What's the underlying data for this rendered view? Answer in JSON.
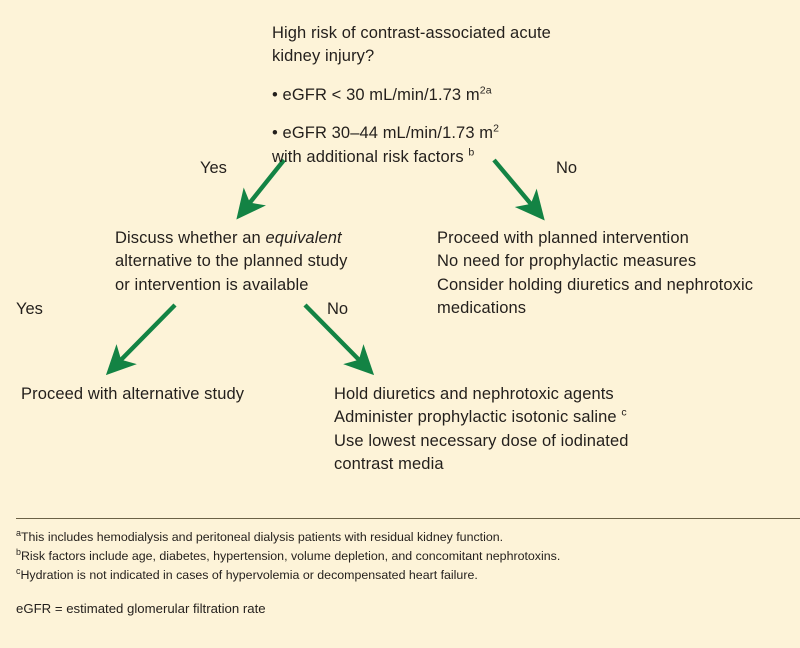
{
  "figure": {
    "background_color": "#fdf3d8",
    "arrow_color": "#138344",
    "text_color": "#231f1c",
    "divider_color": "#6b6146"
  },
  "nodes": {
    "question": {
      "title_line1": "High risk of contrast-associated acute",
      "title_line2": "kidney injury?",
      "bullet1_pre": "• eGFR < 30 mL/min/1.73 m",
      "bullet1_sup": "2",
      "bullet1_note": "a",
      "bullet2_pre": "• eGFR 30–44 mL/min/1.73 m",
      "bullet2_sup": "2",
      "bullet2_line2_pre": "with additional risk factors ",
      "bullet2_note": "b"
    },
    "discuss": {
      "line1_pre": "Discuss whether an ",
      "line1_italic": "equivalent",
      "line2": "alternative to the planned study",
      "line3": "or intervention is available"
    },
    "proceed_planned": {
      "line1": "Proceed with planned intervention",
      "line2": "No need for prophylactic measures",
      "line3a": "Consider holding diuretics and nephrotoxic",
      "line3b": "medications"
    },
    "alternative_study": {
      "line1": "Proceed with alternative study"
    },
    "hold": {
      "line1": "Hold diuretics and nephrotoxic agents",
      "line2_pre": "Administer prophylactic isotonic saline ",
      "line2_note": "c",
      "line3a": "Use lowest necessary dose of iodinated",
      "line3b": "contrast media"
    }
  },
  "branch_labels": {
    "yes_1": "Yes",
    "no_1": "No",
    "yes_2": "Yes",
    "no_2": "No"
  },
  "footnotes": [
    {
      "marker": "a",
      "text": "This includes hemodialysis and peritoneal dialysis patients with residual kidney function."
    },
    {
      "marker": "b",
      "text": "Risk factors include age, diabetes, hypertension, volume depletion, and concomitant nephrotoxins."
    },
    {
      "marker": "c",
      "text": "Hydration is not indicated in cases of hypervolemia or decompensated heart failure."
    }
  ],
  "abbreviation": "eGFR = estimated glomerular filtration rate"
}
